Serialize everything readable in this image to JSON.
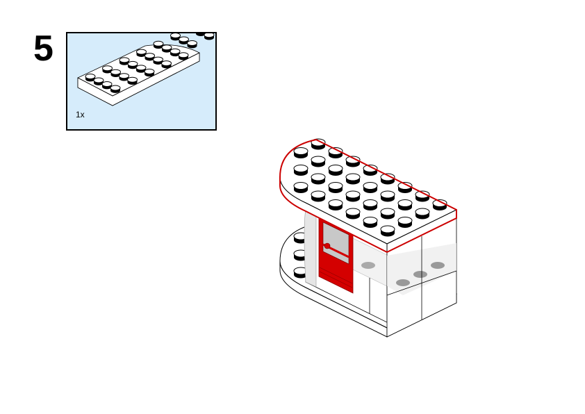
{
  "step": {
    "number": "5"
  },
  "callout": {
    "quantity": "1x",
    "part": "plate-round-corner-4x8-white"
  },
  "colors": {
    "callout_bg": "#d6ecfb",
    "highlight": "#cc0000",
    "door": "#d40000",
    "stud": "#000000",
    "brick": "#ffffff"
  }
}
